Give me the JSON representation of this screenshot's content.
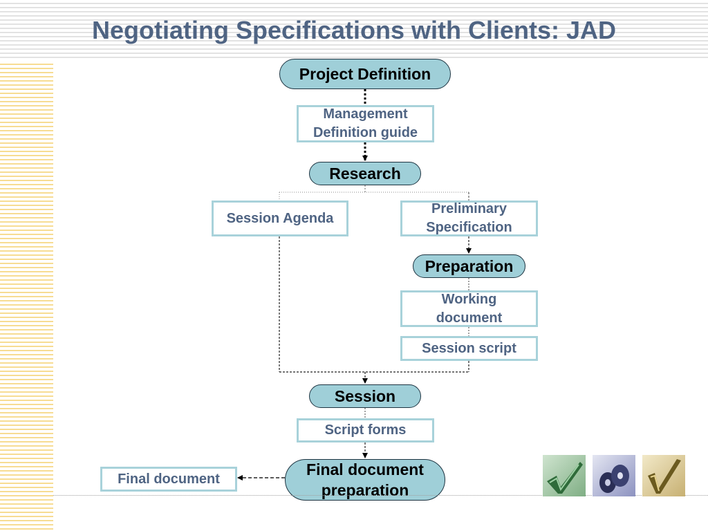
{
  "title": "Negotiating Specifications with Clients: JAD",
  "diagram": {
    "pills": {
      "project_definition": "Project Definition",
      "research": "Research",
      "preparation": "Preparation",
      "session": "Session",
      "final_document_preparation": "Final document preparation"
    },
    "boxes": {
      "management_definition_guide": "Management Definition guide",
      "session_agenda": "Session Agenda",
      "preliminary_specification": "Preliminary Specification",
      "working_document": "Working document",
      "session_script": "Session script",
      "script_forms": "Script forms",
      "final_document": "Final document"
    }
  },
  "decorations": [
    "checkmark-green-icon",
    "cd-disc-icon",
    "checkmark-gold-icon"
  ],
  "colors": {
    "title": "#4f6483",
    "box_text": "#4f6483",
    "box_border": "#a8d2da",
    "pill_fill": "#9fcfd8",
    "pill_border": "#1d3340",
    "top_stripes": "#e2e2e2",
    "left_stripes": "#f7dc92"
  }
}
